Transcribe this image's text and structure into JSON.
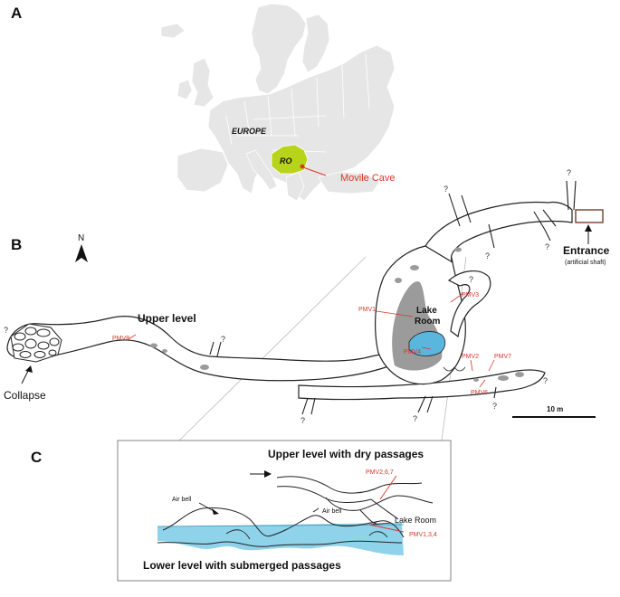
{
  "panels": {
    "a": "A",
    "b": "B",
    "c": "C"
  },
  "colors": {
    "accent_red": "#d8382b",
    "romania_green": "#b8d41a",
    "water_blue": "#8fd3ea",
    "lake_blue": "#5ab6dd",
    "rock_gray": "#9b9b9b",
    "land_gray": "#e6e6e6"
  },
  "map": {
    "region_label": "EUROPE",
    "country_label": "RO",
    "site_label": "Movile Cave"
  },
  "cave_map": {
    "north": "N",
    "upper_level": "Upper level",
    "lake_room": [
      "Lake",
      "Room"
    ],
    "entrance": "Entrance",
    "entrance_note": "(artificial shaft)",
    "collapse": "Collapse",
    "scale": "10 m",
    "unknown": "?",
    "sampling_points": {
      "pmv1": "PMV1",
      "pmv2": "PMV2",
      "pmv3": "PMV3",
      "pmv4": "PMV4",
      "pmv6": "PMV6",
      "pmv7": "PMV7",
      "pmv8": "PMV8"
    }
  },
  "section": {
    "upper_title": "Upper level with dry passages",
    "lower_title": "Lower level with submerged passages",
    "air_bell_1": "Air bell",
    "air_bell_2": "Air bell",
    "lake_room": "Lake Room",
    "pmv_upper": "PMV2,6,7",
    "pmv_lower": "PMV1,3,4"
  }
}
